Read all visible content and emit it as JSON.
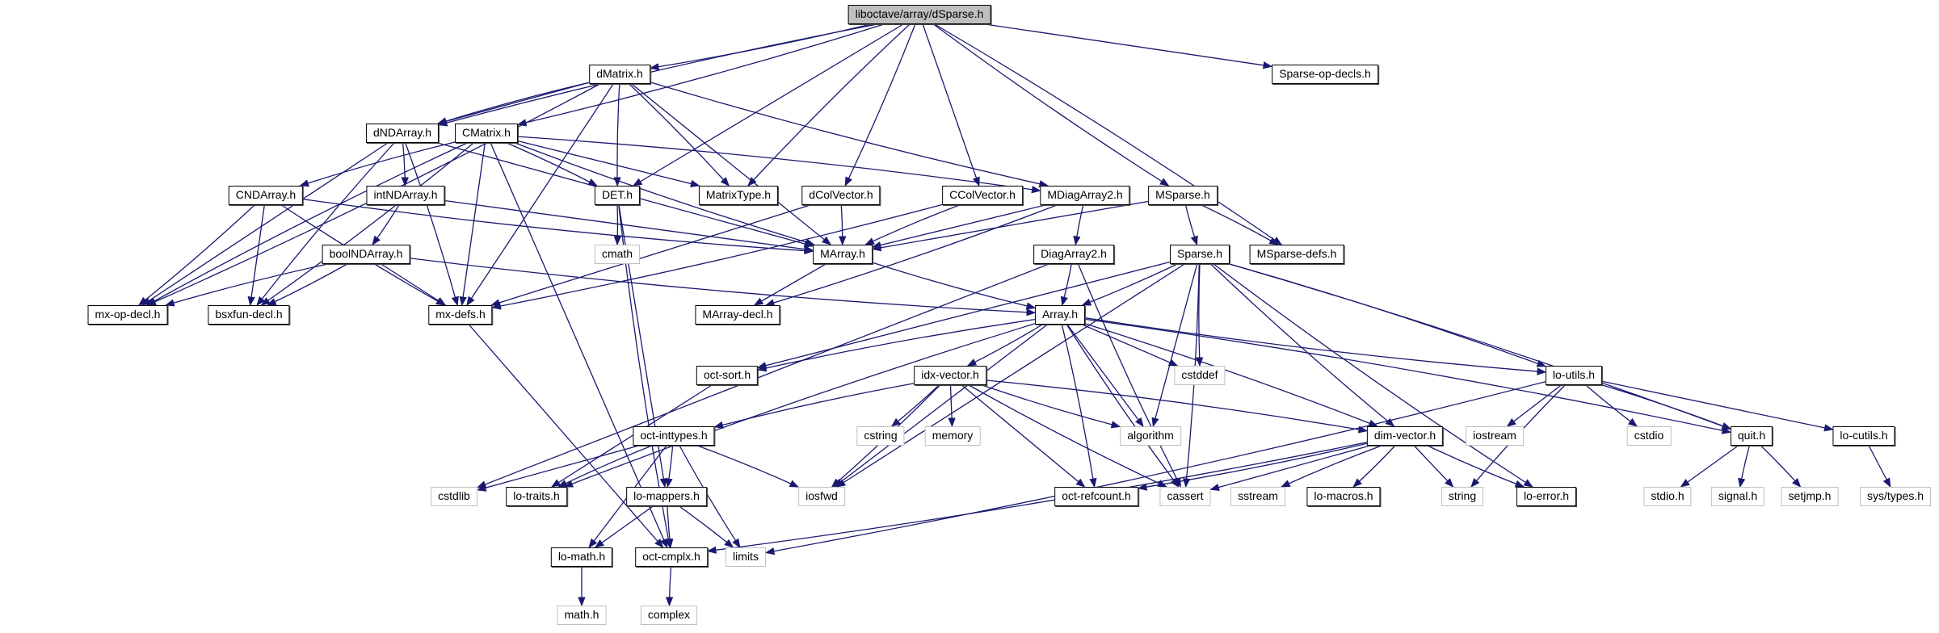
{
  "title": "liboctave/array/dSparse.h",
  "colors": {
    "edge": "#191970",
    "root_fill": "#bfbfbf",
    "ext_border": "#bfbfbf",
    "node_border": "#000000"
  },
  "nodes": [
    {
      "id": "root",
      "label": "liboctave/array/dSparse.h",
      "kind": "root"
    },
    {
      "id": "dMatrix",
      "label": "dMatrix.h",
      "kind": "doc"
    },
    {
      "id": "SparseOpDecls",
      "label": "Sparse-op-decls.h",
      "kind": "doc"
    },
    {
      "id": "dNDArray",
      "label": "dNDArray.h",
      "kind": "doc"
    },
    {
      "id": "CMatrix",
      "label": "CMatrix.h",
      "kind": "doc"
    },
    {
      "id": "CNDArray",
      "label": "CNDArray.h",
      "kind": "doc"
    },
    {
      "id": "intNDArray",
      "label": "intNDArray.h",
      "kind": "doc"
    },
    {
      "id": "DET",
      "label": "DET.h",
      "kind": "doc"
    },
    {
      "id": "MatrixType",
      "label": "MatrixType.h",
      "kind": "doc"
    },
    {
      "id": "dColVector",
      "label": "dColVector.h",
      "kind": "doc"
    },
    {
      "id": "CColVector",
      "label": "CColVector.h",
      "kind": "doc"
    },
    {
      "id": "MDiagArray2",
      "label": "MDiagArray2.h",
      "kind": "doc"
    },
    {
      "id": "MSparse",
      "label": "MSparse.h",
      "kind": "doc"
    },
    {
      "id": "boolNDArray",
      "label": "boolNDArray.h",
      "kind": "doc"
    },
    {
      "id": "cmath",
      "label": "cmath",
      "kind": "ext"
    },
    {
      "id": "MArray",
      "label": "MArray.h",
      "kind": "doc"
    },
    {
      "id": "DiagArray2",
      "label": "DiagArray2.h",
      "kind": "doc"
    },
    {
      "id": "Sparse",
      "label": "Sparse.h",
      "kind": "doc"
    },
    {
      "id": "MSparseDefs",
      "label": "MSparse-defs.h",
      "kind": "doc"
    },
    {
      "id": "mxOpDecl",
      "label": "mx-op-decl.h",
      "kind": "doc"
    },
    {
      "id": "bsxfunDecl",
      "label": "bsxfun-decl.h",
      "kind": "doc"
    },
    {
      "id": "mxDefs",
      "label": "mx-defs.h",
      "kind": "doc"
    },
    {
      "id": "MArrayDecl",
      "label": "MArray-decl.h",
      "kind": "doc"
    },
    {
      "id": "Array",
      "label": "Array.h",
      "kind": "doc"
    },
    {
      "id": "octSort",
      "label": "oct-sort.h",
      "kind": "doc"
    },
    {
      "id": "idxVector",
      "label": "idx-vector.h",
      "kind": "doc"
    },
    {
      "id": "cstddef",
      "label": "cstddef",
      "kind": "ext"
    },
    {
      "id": "loUtils",
      "label": "lo-utils.h",
      "kind": "doc"
    },
    {
      "id": "octInttypes",
      "label": "oct-inttypes.h",
      "kind": "doc"
    },
    {
      "id": "cstring",
      "label": "cstring",
      "kind": "ext"
    },
    {
      "id": "memory",
      "label": "memory",
      "kind": "ext"
    },
    {
      "id": "algorithm",
      "label": "algorithm",
      "kind": "ext"
    },
    {
      "id": "dimVector",
      "label": "dim-vector.h",
      "kind": "doc"
    },
    {
      "id": "iostream",
      "label": "iostream",
      "kind": "ext"
    },
    {
      "id": "cstdio",
      "label": "cstdio",
      "kind": "ext"
    },
    {
      "id": "quit",
      "label": "quit.h",
      "kind": "doc"
    },
    {
      "id": "loCutils",
      "label": "lo-cutils.h",
      "kind": "doc"
    },
    {
      "id": "cstdlib",
      "label": "cstdlib",
      "kind": "ext"
    },
    {
      "id": "loTraits",
      "label": "lo-traits.h",
      "kind": "doc"
    },
    {
      "id": "loMappers",
      "label": "lo-mappers.h",
      "kind": "doc"
    },
    {
      "id": "iosfwd",
      "label": "iosfwd",
      "kind": "ext"
    },
    {
      "id": "octRefcount",
      "label": "oct-refcount.h",
      "kind": "doc"
    },
    {
      "id": "cassert",
      "label": "cassert",
      "kind": "ext"
    },
    {
      "id": "sstream",
      "label": "sstream",
      "kind": "ext"
    },
    {
      "id": "loMacros",
      "label": "lo-macros.h",
      "kind": "doc"
    },
    {
      "id": "string",
      "label": "string",
      "kind": "ext"
    },
    {
      "id": "loError",
      "label": "lo-error.h",
      "kind": "doc"
    },
    {
      "id": "stdioh",
      "label": "stdio.h",
      "kind": "ext"
    },
    {
      "id": "signalh",
      "label": "signal.h",
      "kind": "ext"
    },
    {
      "id": "setjmph",
      "label": "setjmp.h",
      "kind": "ext"
    },
    {
      "id": "systypes",
      "label": "sys/types.h",
      "kind": "ext"
    },
    {
      "id": "loMath",
      "label": "lo-math.h",
      "kind": "doc"
    },
    {
      "id": "octCmplx",
      "label": "oct-cmplx.h",
      "kind": "doc"
    },
    {
      "id": "limits",
      "label": "limits",
      "kind": "ext"
    },
    {
      "id": "mathh",
      "label": "math.h",
      "kind": "ext"
    },
    {
      "id": "complex",
      "label": "complex",
      "kind": "ext"
    }
  ],
  "edges": [
    [
      "root",
      "dMatrix"
    ],
    [
      "root",
      "SparseOpDecls"
    ],
    [
      "root",
      "dNDArray"
    ],
    [
      "root",
      "CMatrix"
    ],
    [
      "root",
      "DET"
    ],
    [
      "root",
      "MatrixType"
    ],
    [
      "root",
      "dColVector"
    ],
    [
      "root",
      "CColVector"
    ],
    [
      "root",
      "MSparse"
    ],
    [
      "root",
      "MSparseDefs"
    ],
    [
      "dMatrix",
      "dNDArray"
    ],
    [
      "dMatrix",
      "DET"
    ],
    [
      "dMatrix",
      "MatrixType"
    ],
    [
      "dMatrix",
      "MArray"
    ],
    [
      "dMatrix",
      "MDiagArray2"
    ],
    [
      "dMatrix",
      "mxOpDecl"
    ],
    [
      "dMatrix",
      "mxDefs"
    ],
    [
      "dMatrix",
      "dNDArray"
    ],
    [
      "dNDArray",
      "intNDArray"
    ],
    [
      "dNDArray",
      "mxOpDecl"
    ],
    [
      "dNDArray",
      "bsxfunDecl"
    ],
    [
      "dNDArray",
      "mxDefs"
    ],
    [
      "dNDArray",
      "MArray"
    ],
    [
      "CMatrix",
      "CNDArray"
    ],
    [
      "CMatrix",
      "DET"
    ],
    [
      "CMatrix",
      "MatrixType"
    ],
    [
      "CMatrix",
      "MArray"
    ],
    [
      "CMatrix",
      "MDiagArray2"
    ],
    [
      "CMatrix",
      "mxDefs"
    ],
    [
      "CMatrix",
      "mxOpDecl"
    ],
    [
      "CMatrix",
      "bsxfunDecl"
    ],
    [
      "CMatrix",
      "octCmplx"
    ],
    [
      "CNDArray",
      "MArray"
    ],
    [
      "CNDArray",
      "mxOpDecl"
    ],
    [
      "CNDArray",
      "bsxfunDecl"
    ],
    [
      "CNDArray",
      "mxDefs"
    ],
    [
      "intNDArray",
      "boolNDArray"
    ],
    [
      "intNDArray",
      "MArray"
    ],
    [
      "boolNDArray",
      "mxOpDecl"
    ],
    [
      "boolNDArray",
      "bsxfunDecl"
    ],
    [
      "boolNDArray",
      "mxDefs"
    ],
    [
      "boolNDArray",
      "Array"
    ],
    [
      "DET",
      "cmath"
    ],
    [
      "DET",
      "loMappers"
    ],
    [
      "DET",
      "octCmplx"
    ],
    [
      "dColVector",
      "MArray"
    ],
    [
      "dColVector",
      "mxDefs"
    ],
    [
      "CColVector",
      "MArray"
    ],
    [
      "CColVector",
      "mxDefs"
    ],
    [
      "MDiagArray2",
      "MArray"
    ],
    [
      "MDiagArray2",
      "DiagArray2"
    ],
    [
      "MDiagArray2",
      "MArrayDecl"
    ],
    [
      "MSparse",
      "MArray"
    ],
    [
      "MSparse",
      "Sparse"
    ],
    [
      "MSparse",
      "MSparseDefs"
    ],
    [
      "MArray",
      "MArrayDecl"
    ],
    [
      "MArray",
      "Array"
    ],
    [
      "DiagArray2",
      "Array"
    ],
    [
      "DiagArray2",
      "cstdlib"
    ],
    [
      "DiagArray2",
      "cassert"
    ],
    [
      "Sparse",
      "Array"
    ],
    [
      "Sparse",
      "octSort"
    ],
    [
      "Sparse",
      "cstddef"
    ],
    [
      "Sparse",
      "loUtils"
    ],
    [
      "Sparse",
      "algorithm"
    ],
    [
      "Sparse",
      "dimVector"
    ],
    [
      "Sparse",
      "cassert"
    ],
    [
      "Sparse",
      "iosfwd"
    ],
    [
      "Sparse",
      "loError"
    ],
    [
      "Sparse",
      "quit"
    ],
    [
      "mxDefs",
      "octCmplx"
    ],
    [
      "Array",
      "octSort"
    ],
    [
      "Array",
      "idxVector"
    ],
    [
      "Array",
      "cstddef"
    ],
    [
      "Array",
      "loUtils"
    ],
    [
      "Array",
      "dimVector"
    ],
    [
      "Array",
      "algorithm"
    ],
    [
      "Array",
      "cassert"
    ],
    [
      "Array",
      "octRefcount"
    ],
    [
      "Array",
      "iosfwd"
    ],
    [
      "Array",
      "loTraits"
    ],
    [
      "Array",
      "quit"
    ],
    [
      "octSort",
      "loTraits"
    ],
    [
      "idxVector",
      "octInttypes"
    ],
    [
      "idxVector",
      "cstring"
    ],
    [
      "idxVector",
      "memory"
    ],
    [
      "idxVector",
      "algorithm"
    ],
    [
      "idxVector",
      "dimVector"
    ],
    [
      "idxVector",
      "octRefcount"
    ],
    [
      "idxVector",
      "cassert"
    ],
    [
      "idxVector",
      "iosfwd"
    ],
    [
      "octInttypes",
      "cstdlib"
    ],
    [
      "octInttypes",
      "loTraits"
    ],
    [
      "octInttypes",
      "loMappers"
    ],
    [
      "octInttypes",
      "loMath"
    ],
    [
      "octInttypes",
      "limits"
    ],
    [
      "octInttypes",
      "iosfwd"
    ],
    [
      "loMappers",
      "loMath"
    ],
    [
      "loMappers",
      "octCmplx"
    ],
    [
      "loMappers",
      "limits"
    ],
    [
      "loMath",
      "mathh"
    ],
    [
      "octCmplx",
      "complex"
    ],
    [
      "dimVector",
      "octRefcount"
    ],
    [
      "dimVector",
      "cassert"
    ],
    [
      "dimVector",
      "sstream"
    ],
    [
      "dimVector",
      "loMacros"
    ],
    [
      "dimVector",
      "string"
    ],
    [
      "dimVector",
      "loError"
    ],
    [
      "dimVector",
      "octCmplx"
    ],
    [
      "loUtils",
      "iostream"
    ],
    [
      "loUtils",
      "cstdio"
    ],
    [
      "loUtils",
      "quit"
    ],
    [
      "loUtils",
      "loCutils"
    ],
    [
      "loUtils",
      "string"
    ],
    [
      "loUtils",
      "limits"
    ],
    [
      "quit",
      "stdioh"
    ],
    [
      "quit",
      "signalh"
    ],
    [
      "quit",
      "setjmph"
    ],
    [
      "loCutils",
      "systypes"
    ]
  ]
}
